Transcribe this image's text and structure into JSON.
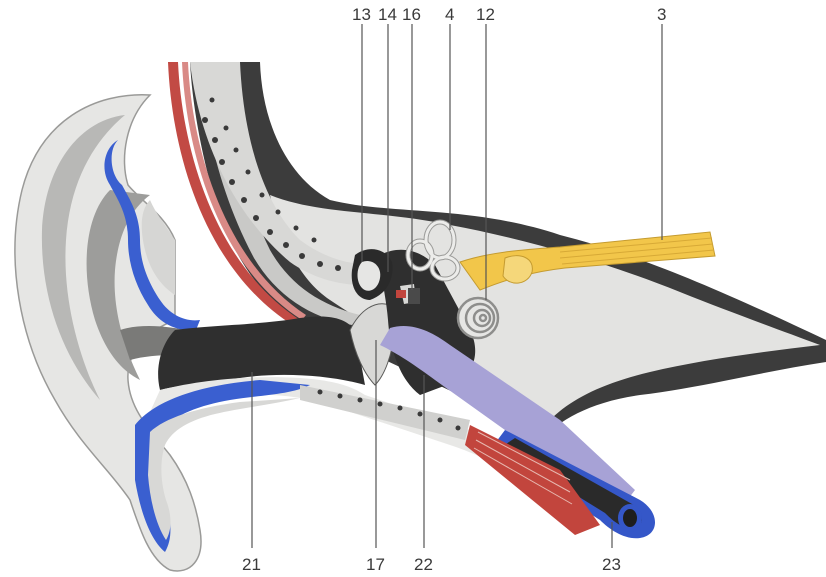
{
  "figure": {
    "labels_top": [
      {
        "id": "l13",
        "text": "13"
      },
      {
        "id": "l14",
        "text": "14"
      },
      {
        "id": "l16",
        "text": "16"
      },
      {
        "id": "l4",
        "text": "4"
      },
      {
        "id": "l12",
        "text": "12"
      },
      {
        "id": "l3",
        "text": "3"
      }
    ],
    "labels_bottom": [
      {
        "id": "l21",
        "text": "21"
      },
      {
        "id": "l17",
        "text": "17"
      },
      {
        "id": "l22",
        "text": "22"
      },
      {
        "id": "l23",
        "text": "23"
      }
    ]
  },
  "colors": {
    "skin": "#e8e8e6",
    "skin_shade": "#bdbdbb",
    "cartilage": "#d6d6d4",
    "cartilage_blue": "#3a5fd0",
    "bone_dark": "#3c3c3c",
    "canal_dark": "#2a2a2a",
    "nerve_yellow": "#f2c64a",
    "muscle_red": "#c2453d",
    "tube_lilac": "#a7a2d6",
    "tube_blue": "#3557c8"
  }
}
